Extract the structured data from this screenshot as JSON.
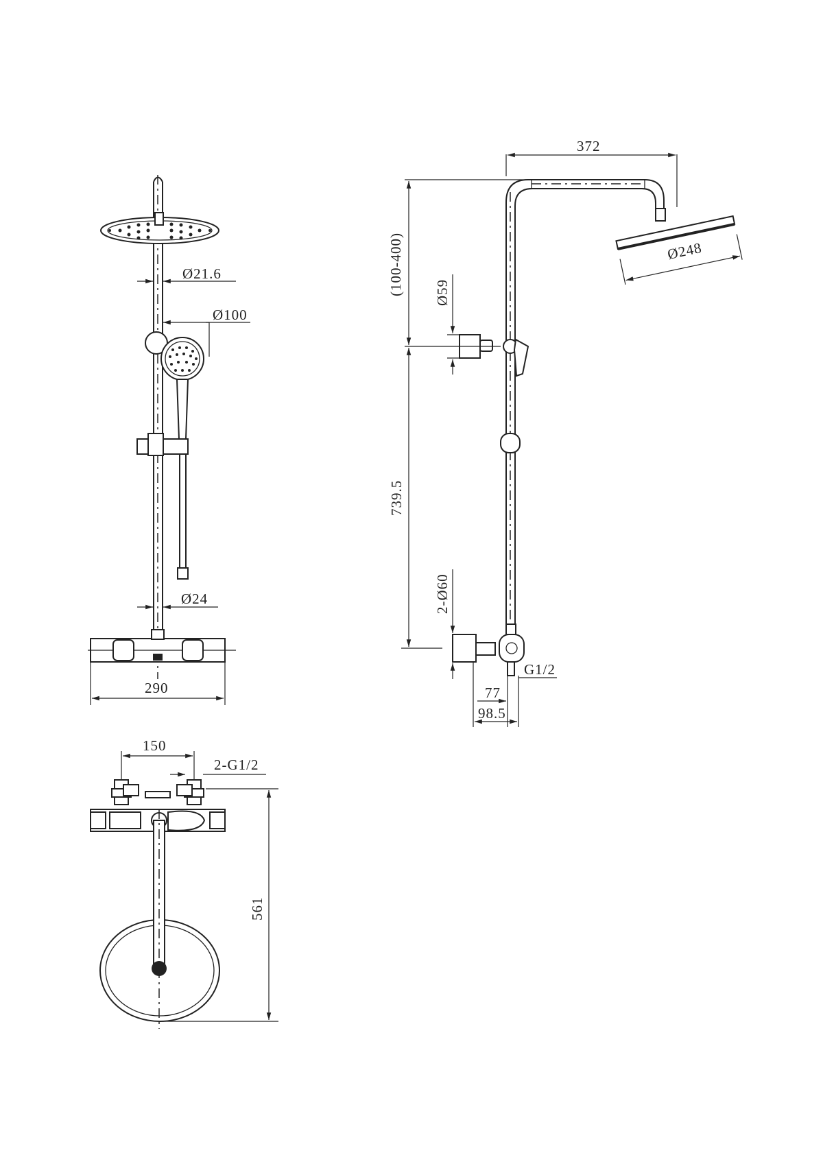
{
  "labels": {
    "rail_diameter": "Ø21.6",
    "handshower_diameter": "Ø100",
    "riser_diameter": "Ø24",
    "mixer_width": "290",
    "arm_length": "372",
    "overhead_diameter": "Ø248",
    "height_adjust": "(100-400)",
    "holder_diameter": "Ø59",
    "riser_height": "739.5",
    "escutcheon": "2-Ø60",
    "inlet_thread": "G1/2",
    "offset_77": "77",
    "offset_985": "98.5",
    "inlet_spacing": "150",
    "inlets_thread": "2-G1/2",
    "total_depth": "561"
  }
}
